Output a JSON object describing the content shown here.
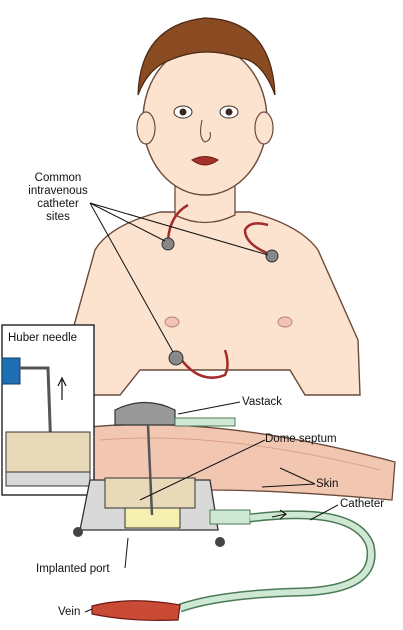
{
  "labels": {
    "catheter_sites": [
      "Common",
      "intravenous",
      "catheter",
      "sites"
    ],
    "huber_needle": "Huber needle",
    "vastack": "Vastack",
    "dome_septum": "Dome septum",
    "skin": "Skin",
    "catheter": "Catheter",
    "implanted_port": "Implanted port",
    "vein": "Vein"
  },
  "colors": {
    "skin": "#fbe3cf",
    "hair": "#8a4b22",
    "tissue": "#f2c7b2",
    "tubing": "#cfe8d4",
    "vein": "#c94a35",
    "port_body": "#d9d9d9",
    "septum": "#e8d9b8",
    "needle_hub": "#1f6fb5"
  }
}
